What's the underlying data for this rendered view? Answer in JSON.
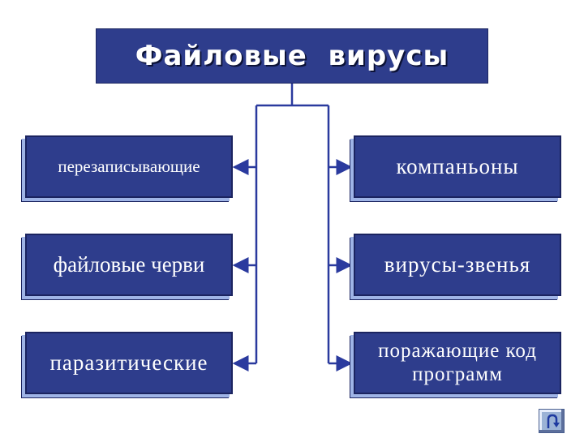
{
  "title": "Файловые  вирусы",
  "left_nodes": [
    {
      "label": "перезаписывающие"
    },
    {
      "label": "файловые черви"
    },
    {
      "label": "паразитические"
    }
  ],
  "right_nodes": [
    {
      "label": "компаньоны"
    },
    {
      "label": "вирусы-звенья"
    },
    {
      "label": "поражающие код программ"
    }
  ],
  "nav_button": {
    "icon": "u-turn-arrow-icon"
  },
  "colors": {
    "box_fill": "#2e3d8c",
    "box_shadow": "#9fb4e6",
    "connector": "#2a3a9e",
    "text": "#ffffff"
  }
}
